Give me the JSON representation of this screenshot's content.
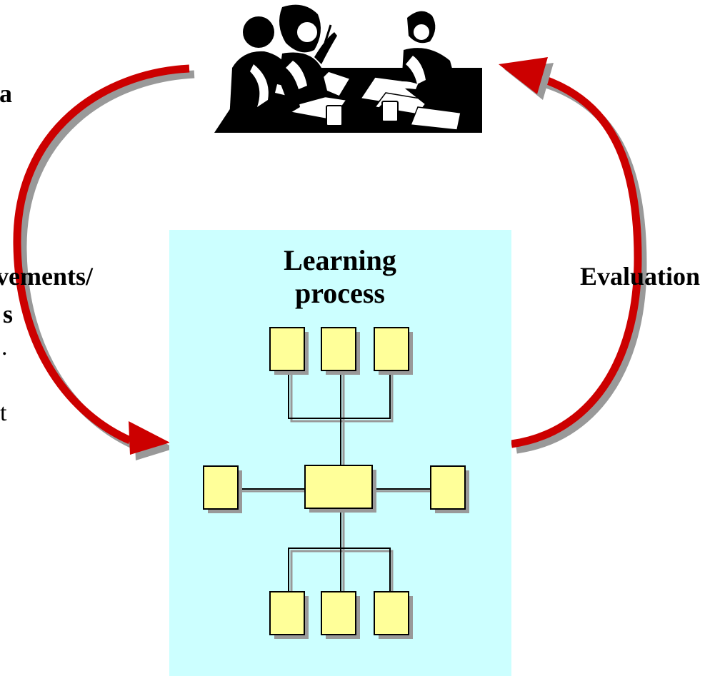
{
  "diagram": {
    "center_panel": {
      "title_line1": "Learning",
      "title_line2": "process",
      "fill": "#ccffff"
    },
    "right_label": "Evaluation",
    "left_fragments": {
      "top": "a",
      "middle1": "vements/",
      "middle2": "s",
      "lower1": ".",
      "lower2": "t"
    },
    "colors": {
      "arrow": "#cc0000",
      "arrow_shadow": "#999999",
      "box_fill": "#ffff99",
      "box_shadow": "#999999",
      "connector": "#000000"
    },
    "icons": {
      "meeting": "people-meeting-icon"
    }
  }
}
